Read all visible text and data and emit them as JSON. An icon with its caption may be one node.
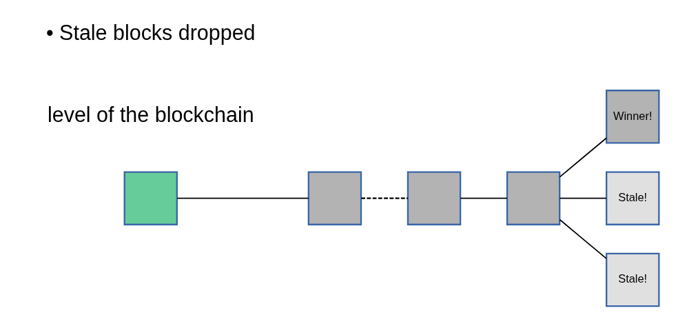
{
  "diagram": {
    "nodes": [
      {
        "text": [],
        "shape": "box"
      },
      {
        "text": [],
        "shape": "box"
      },
      {
        "text": [],
        "shape": "box"
      },
      {
        "text": [],
        "shape": "box"
      },
      {
        "text": [
          "Winner!"
        ]
      },
      {
        "text": [
          "Stale!"
        ]
      },
      {
        "text": [
          "Stale!"
        ]
      }
    ],
    "edges": [
      {
        "from": 0,
        "to": 1,
        "arrow": "none"
      },
      {
        "from": 1,
        "to": 2,
        "arrow": "none",
        "style": "dashed"
      },
      {
        "from": 2,
        "to": 3,
        "arrow": "none"
      },
      {
        "from": 3,
        "to": 4,
        "arrow": "none"
      },
      {
        "from": 3,
        "to": 5,
        "arrow": "none"
      },
      {
        "from": 3,
        "to": 6,
        "arrow": "none"
      }
    ],
    "labels": [
      "level of the blockchain",
      "• Stale blocks dropped"
    ]
  }
}
